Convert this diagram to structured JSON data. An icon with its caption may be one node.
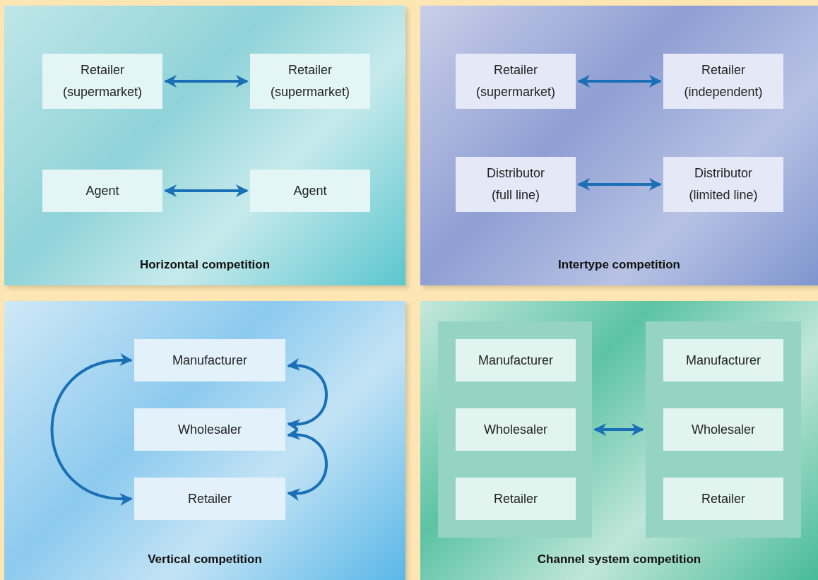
{
  "diagram": {
    "nodes": [
      {
        "text": [
          "Horizontal competition"
        ]
      },
      {
        "text": [
          "Retailer (supermarket)"
        ],
        "in": 0
      },
      {
        "text": [
          "Retailer (supermarket)"
        ],
        "in": 0
      },
      {
        "text": [
          "Agent"
        ],
        "in": 0
      },
      {
        "text": [
          "Agent"
        ],
        "in": 0
      },
      {
        "text": [
          "Intertype competition"
        ]
      },
      {
        "text": [
          "Retailer (supermarket)"
        ],
        "in": 5
      },
      {
        "text": [
          "Retailer (independent)"
        ],
        "in": 5
      },
      {
        "text": [
          "Distributor (full line)"
        ],
        "in": 5
      },
      {
        "text": [
          "Distributor (limited line)"
        ],
        "in": 5
      },
      {
        "text": [
          "Vertical competition"
        ]
      },
      {
        "text": [
          "Manufacturer"
        ],
        "in": 10
      },
      {
        "text": [
          "Wholesaler"
        ],
        "in": 10
      },
      {
        "text": [
          "Retailer"
        ],
        "in": 10
      },
      {
        "text": [
          "Channel system competition"
        ]
      },
      {
        "text": [],
        "shape": "box",
        "in": 14
      },
      {
        "text": [
          "Manufacturer"
        ],
        "in": 15
      },
      {
        "text": [
          "Wholesaler"
        ],
        "in": 15
      },
      {
        "text": [
          "Retailer"
        ],
        "in": 15
      },
      {
        "text": [],
        "shape": "box",
        "in": 14
      },
      {
        "text": [
          "Manufacturer"
        ],
        "in": 19
      },
      {
        "text": [
          "Wholesaler"
        ],
        "in": 19
      },
      {
        "text": [
          "Retailer"
        ],
        "in": 19
      }
    ],
    "edges": [
      {
        "from": 1,
        "to": 2,
        "arrow": "both"
      },
      {
        "from": 3,
        "to": 4,
        "arrow": "both"
      },
      {
        "from": 6,
        "to": 7,
        "arrow": "both"
      },
      {
        "from": 8,
        "to": 9,
        "arrow": "both"
      },
      {
        "from": 11,
        "to": 13,
        "arrow": "both"
      },
      {
        "from": 11,
        "to": 12,
        "arrow": "both"
      },
      {
        "from": 12,
        "to": 13,
        "arrow": "both"
      },
      {
        "from": 15,
        "to": 19,
        "arrow": "both"
      }
    ]
  }
}
